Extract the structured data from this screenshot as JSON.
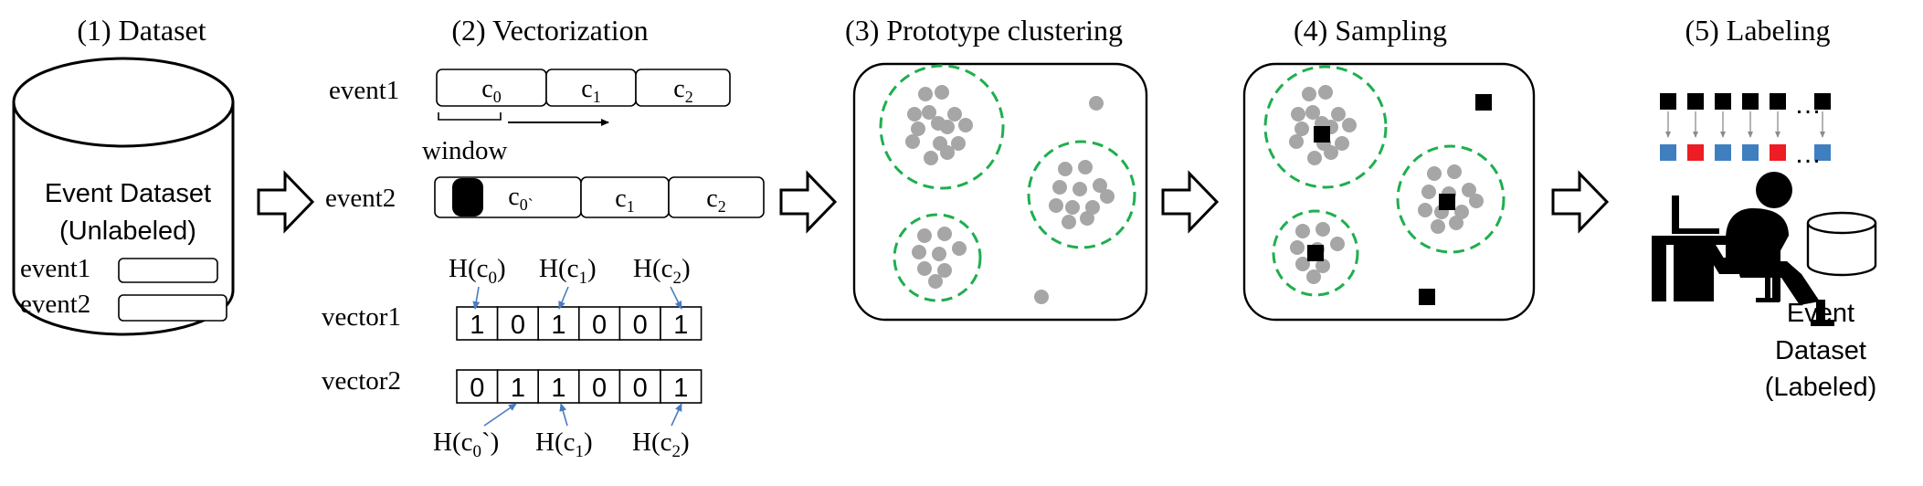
{
  "steps": {
    "s1": "(1) Dataset",
    "s2": "(2) Vectorization",
    "s3": "(3) Prototype  clustering",
    "s4": "(4) Sampling",
    "s5": "(5) Labeling"
  },
  "dataset": {
    "line1": "Event Dataset",
    "line2": "(Unlabeled)",
    "event1": "event1",
    "event2": "event2"
  },
  "vectorization": {
    "event1": "event1",
    "event2": "event2",
    "window": "window",
    "c0": "c",
    "c1": "c",
    "c2": "c",
    "c0p": "c",
    "s0": "0",
    "s1": "1",
    "s2": "2",
    "s0p": "0`",
    "hash_top": [
      {
        "pre": "H(c",
        "sub": "0",
        "post": ")"
      },
      {
        "pre": "H(c",
        "sub": "1",
        "post": ")"
      },
      {
        "pre": "H(c",
        "sub": "2",
        "post": ")"
      }
    ],
    "hash_bottom": [
      {
        "pre": "H(c",
        "sub": "0",
        "post": "`)"
      },
      {
        "pre": "H(c",
        "sub": "1",
        "post": ")"
      },
      {
        "pre": "H(c",
        "sub": "2",
        "post": ")"
      }
    ],
    "vector1_label": "vector1",
    "vector2_label": "vector2",
    "vector1": [
      "1",
      "0",
      "1",
      "0",
      "0",
      "1"
    ],
    "vector2": [
      "0",
      "1",
      "1",
      "0",
      "0",
      "1"
    ]
  },
  "labeling": {
    "dots_top": "…",
    "dots_bottom": "…",
    "line1": "Event",
    "line2": "Dataset",
    "line3": "(Labeled)",
    "colors": {
      "blue": "#3f7fc0",
      "red": "#ee1c24",
      "black": "#000000"
    },
    "label_row": [
      "blue",
      "red",
      "blue",
      "blue",
      "red",
      "blue"
    ]
  },
  "colors": {
    "cluster": "#1fae4f",
    "point": "#a6a6a6",
    "hash_arrow": "#4a7cc0"
  }
}
